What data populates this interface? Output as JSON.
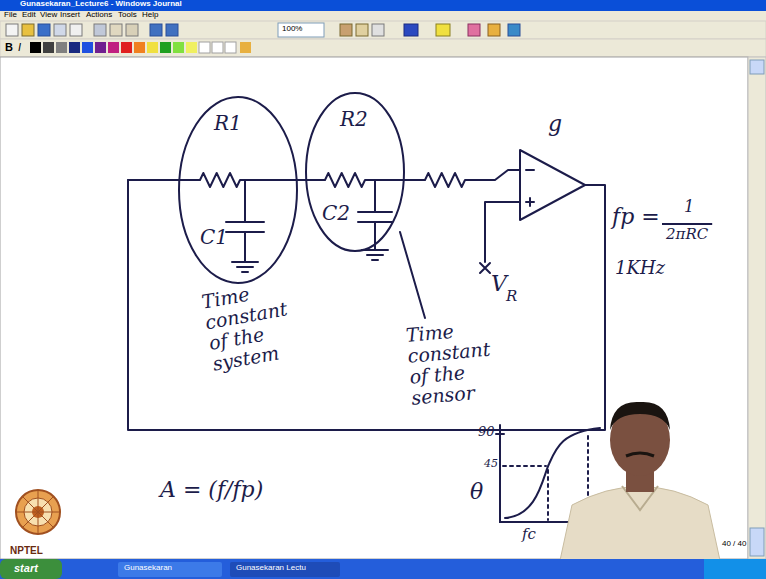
{
  "diagram": {
    "title": "Gunasekaran_Lecture6 - Windows Journal",
    "nodes": [
      {
        "text": [
          "R1",
          "C1"
        ]
      },
      {
        "text": [
          "R2",
          "C2"
        ]
      }
    ],
    "labels": [
      "File",
      "Edit",
      "View",
      "Insert",
      "Actions",
      "Tools",
      "Help",
      "100%",
      "B",
      "I",
      "g",
      "V",
      "R",
      "fp =",
      "1",
      "2πRC",
      "1KHz",
      "Time constant of the system",
      "Time constant of the sensor",
      "90",
      "45",
      "θ",
      "fc",
      "A = (f/fp)",
      "40 / 40",
      "NPTEL",
      "start",
      "Gunasekaran",
      "Gunasekaran Lectu"
    ]
  }
}
